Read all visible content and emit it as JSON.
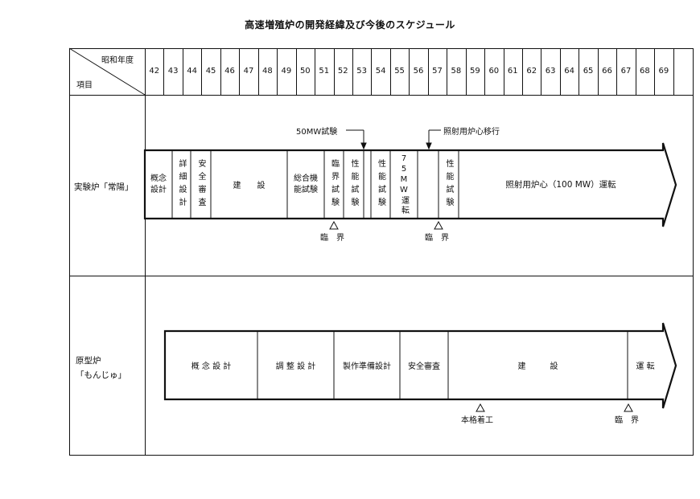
{
  "title": "高速増殖炉の開発経緯及び今後のスケジュール",
  "header": {
    "era_label": "昭和年度",
    "item_label": "項目",
    "years": [
      "42",
      "43",
      "44",
      "45",
      "46",
      "47",
      "48",
      "49",
      "50",
      "51",
      "52",
      "53",
      "54",
      "55",
      "56",
      "57",
      "58",
      "59",
      "60",
      "61",
      "62",
      "63",
      "64",
      "65",
      "66",
      "67",
      "68",
      "69"
    ]
  },
  "joyo": {
    "label": "実験炉「常陽」",
    "cells": [
      {
        "id": "c1",
        "text": "概念\n設計"
      },
      {
        "id": "c2",
        "text": "詳細設計"
      },
      {
        "id": "c3",
        "text": "安全審査"
      },
      {
        "id": "c4",
        "text": "建　　設"
      },
      {
        "id": "c5",
        "text": "総合機\n能試験"
      },
      {
        "id": "c6",
        "text": "臨界試験"
      },
      {
        "id": "c7",
        "text": "性能試験"
      },
      {
        "id": "c8",
        "text": "性能試験"
      },
      {
        "id": "c9",
        "text": "75MW運転"
      },
      {
        "id": "c10",
        "text": "性能試験"
      },
      {
        "id": "c11",
        "text": "照射用炉心（100 MW）運転"
      }
    ],
    "annotations": {
      "mw50": "50MW試験",
      "irradiation": "照射用炉心移行",
      "critical1": "臨　界",
      "critical2": "臨　界"
    }
  },
  "monju": {
    "label_line1": "原型炉",
    "label_line2": "「もんじゅ」",
    "cells": [
      {
        "id": "m1",
        "text": "概 念 設 計"
      },
      {
        "id": "m2",
        "text": "調 整 設 計"
      },
      {
        "id": "m3",
        "text": "製作準備設計"
      },
      {
        "id": "m4",
        "text": "安全審査"
      },
      {
        "id": "m5",
        "text": "建　　　設"
      },
      {
        "id": "m6",
        "text": "運 転"
      }
    ],
    "annotations": {
      "construction_start": "本格着工",
      "critical": "臨　界"
    }
  }
}
